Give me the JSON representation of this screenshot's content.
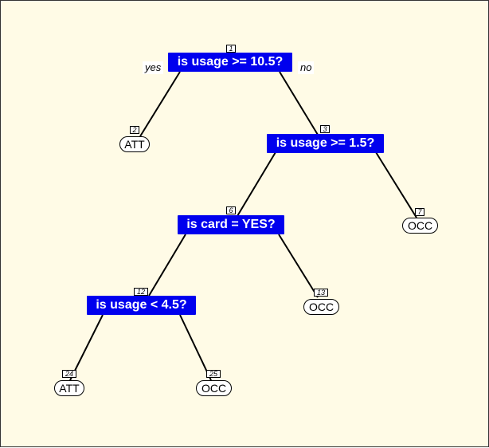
{
  "tree": {
    "branch_labels": {
      "left": "yes",
      "right": "no"
    },
    "nodes": {
      "n1": {
        "number": "1",
        "label": "is usage >= 10.5?"
      },
      "n2": {
        "number": "2",
        "label": "ATT"
      },
      "n3": {
        "number": "3",
        "label": "is usage >= 1.5?"
      },
      "n6": {
        "number": "6",
        "label": "is card = YES?"
      },
      "n7": {
        "number": "7",
        "label": "OCC"
      },
      "n12": {
        "number": "12",
        "label": "is usage < 4.5?"
      },
      "n13": {
        "number": "13",
        "label": "OCC"
      },
      "n24": {
        "number": "24",
        "label": "ATT"
      },
      "n25": {
        "number": "25",
        "label": "OCC"
      }
    },
    "colors": {
      "split_fill": "#0000ee",
      "split_text": "#ffffff",
      "background": "#fffbe6"
    }
  }
}
